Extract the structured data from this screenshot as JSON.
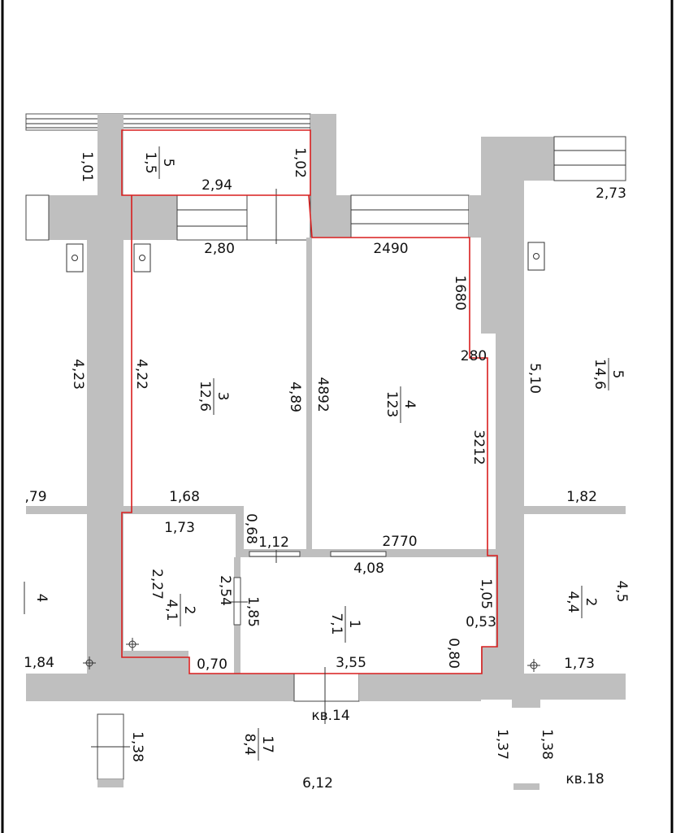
{
  "dimensions": [
    {
      "id": "d-101",
      "text": "1,01"
    },
    {
      "id": "d-294",
      "text": "2,94"
    },
    {
      "id": "d-102",
      "text": "1,02"
    },
    {
      "id": "d-273",
      "text": "2,73"
    },
    {
      "id": "d-280",
      "text": "2,80"
    },
    {
      "id": "d-2490",
      "text": "2490"
    },
    {
      "id": "d-1680",
      "text": "1680"
    },
    {
      "id": "d-423",
      "text": "4,23"
    },
    {
      "id": "d-422",
      "text": "4,22"
    },
    {
      "id": "d-489",
      "text": "4,89"
    },
    {
      "id": "d-4892",
      "text": "4892"
    },
    {
      "id": "d-280b",
      "text": "280"
    },
    {
      "id": "d-510",
      "text": "5,10"
    },
    {
      "id": "d-3212",
      "text": "3212"
    },
    {
      "id": "d-79",
      "text": ",79"
    },
    {
      "id": "d-168",
      "text": "1,68"
    },
    {
      "id": "d-182",
      "text": "1,82"
    },
    {
      "id": "d-173",
      "text": "1,73"
    },
    {
      "id": "d-068",
      "text": "0,68"
    },
    {
      "id": "d-112",
      "text": "1,12"
    },
    {
      "id": "d-2770",
      "text": "2770"
    },
    {
      "id": "d-408",
      "text": "4,08"
    },
    {
      "id": "d-227",
      "text": "2,27"
    },
    {
      "id": "d-254",
      "text": "2,54"
    },
    {
      "id": "d-185",
      "text": "1,85"
    },
    {
      "id": "d-105",
      "text": "1,05"
    },
    {
      "id": "d-053",
      "text": "0,53"
    },
    {
      "id": "d-080",
      "text": "0,80"
    },
    {
      "id": "d-184",
      "text": "1,84"
    },
    {
      "id": "d-070",
      "text": "0,70"
    },
    {
      "id": "d-355",
      "text": "3,55"
    },
    {
      "id": "d-173b",
      "text": "1,73"
    },
    {
      "id": "d-138",
      "text": "1,38"
    },
    {
      "id": "d-137",
      "text": "1,37"
    },
    {
      "id": "d-138b",
      "text": "1,38"
    },
    {
      "id": "d-612",
      "text": "6,12"
    }
  ],
  "rooms": [
    {
      "id": "r5",
      "number": "5",
      "area": "1,5"
    },
    {
      "id": "r3",
      "number": "3",
      "area": "12,6"
    },
    {
      "id": "r4",
      "number": "4",
      "area": "123"
    },
    {
      "id": "r2",
      "number": "2",
      "area": "4,1"
    },
    {
      "id": "r1",
      "number": "1",
      "area": "7,1"
    },
    {
      "id": "r17",
      "number": "17",
      "area": "8,4"
    },
    {
      "id": "r-right-top",
      "number": "5",
      "area": "14,6"
    },
    {
      "id": "r-right-mid",
      "number": "2",
      "area": "4,4"
    }
  ],
  "partial_labels": {
    "left_room": "4",
    "right_room_fragment": "4,5"
  },
  "apartments": {
    "center": "кв.14",
    "right": "кв.18"
  },
  "colors": {
    "wall": "#bfbfbf",
    "outline": "#d81e1e",
    "line": "#333333"
  }
}
